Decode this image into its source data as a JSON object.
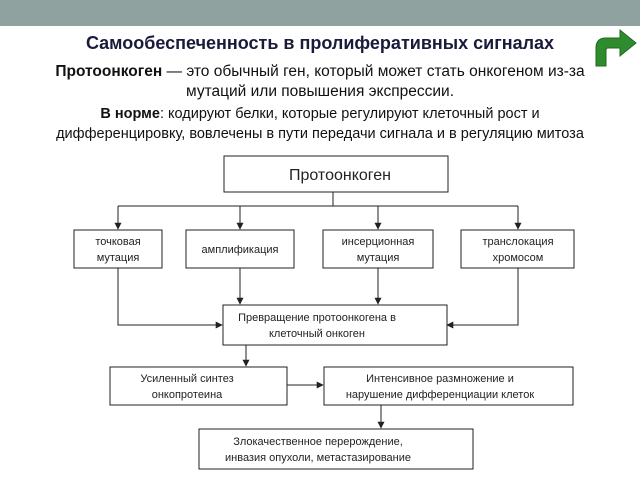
{
  "slide": {
    "title": "Самообеспеченность в пролиферативных сигналах",
    "intro_term": "Протоонкоген",
    "intro_rest_line1": " — это обычный ген, который может стать онкогеном из-за",
    "intro_line2": "мутаций или повышения экспрессии.",
    "norm_term": "В норме",
    "norm_rest_line1": ": кодируют белки, которые регулируют клеточный рост и",
    "norm_line2": "дифференцировку, вовлечены в пути передачи сигнала и в регуляцию митоза"
  },
  "diagram": {
    "root": "Протоонкоген",
    "mechanisms": [
      {
        "line1": "точковая",
        "line2": "мутация"
      },
      {
        "line1": "амплификация",
        "line2": ""
      },
      {
        "line1": "инсерционная",
        "line2": "мутация"
      },
      {
        "line1": "транслокация",
        "line2": "хромосом"
      }
    ],
    "conversion": {
      "line1": "Превращение протоонкогена в",
      "line2": "клеточный онкоген"
    },
    "synthesis": {
      "line1": "Усиленный синтез",
      "line2": "онкопротеина"
    },
    "proliferation": {
      "line1": "Интенсивное размножение и",
      "line2": "нарушение дифференциации клеток"
    },
    "malignancy": {
      "line1": "Злокачественное перерождение,",
      "line2": "инвазия опухоли, метастазирование"
    }
  },
  "colors": {
    "topbar": "#8fa2a0",
    "arrow": "#2e8b2e",
    "title": "#1a1a3a"
  },
  "icons": {
    "return_arrow": "curved-return-arrow-icon"
  }
}
